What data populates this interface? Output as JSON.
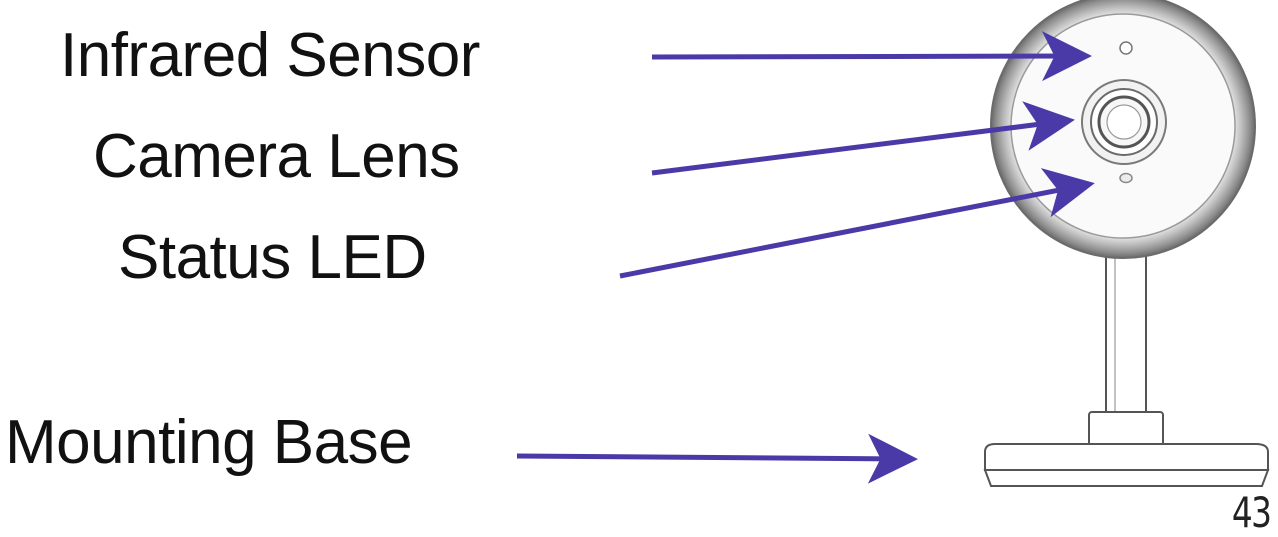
{
  "labels": {
    "infrared_sensor": "Infrared Sensor",
    "camera_lens": "Camera Lens",
    "status_led": "Status LED",
    "mounting_base": "Mounting Base"
  },
  "page_number": "43",
  "colors": {
    "arrow": "#4a3aa8",
    "text": "#111111",
    "outline": "#555555",
    "ring": "#8a8a8a"
  }
}
